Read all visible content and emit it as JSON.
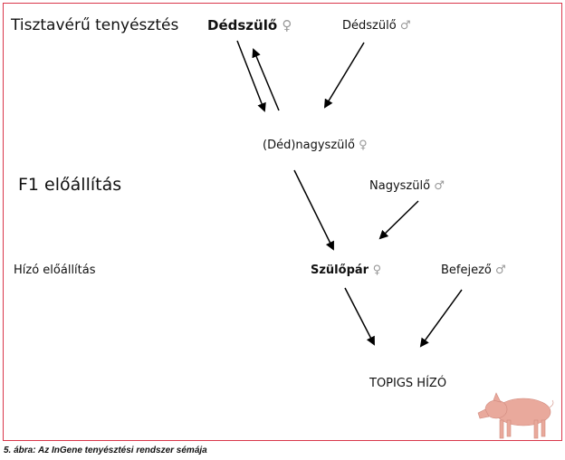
{
  "levels": {
    "purebred": "Tisztavérű tenyésztés",
    "f1": "F1 előállítás",
    "finisher": "Hízó előállítás"
  },
  "nodes": {
    "great_grandparent_female": {
      "label": "Dédszülő",
      "symbol": "♀"
    },
    "great_grandparent_male": {
      "label": "Dédszülő",
      "symbol": "♂"
    },
    "grandparent_female": {
      "label": "(Déd)nagyszülő",
      "symbol": "♀"
    },
    "grandparent_male": {
      "label": "Nagyszülő",
      "symbol": "♂"
    },
    "parent_female": {
      "label": "Szülőpár",
      "symbol": "♀"
    },
    "terminal_male": {
      "label": "Befejező",
      "symbol": "♂"
    },
    "finisher": {
      "label": "TOPIGS HÍZÓ"
    }
  },
  "caption": "5. ábra: Az InGene tenyésztési rendszer sémája",
  "colors": {
    "frame": "#d9374b",
    "pig": "#e9a99c"
  }
}
